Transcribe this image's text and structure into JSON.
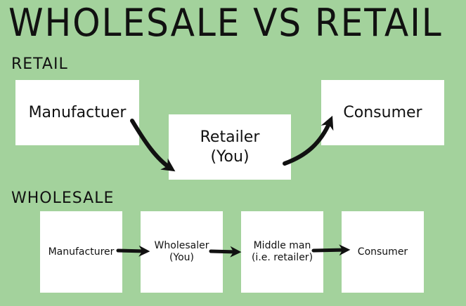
{
  "title": "WHOLESALE VS RETAIL",
  "retail": {
    "label": "RETAIL",
    "nodes": [
      "Manufactuer",
      "Retailer\n(You)",
      "Consumer"
    ]
  },
  "wholesale": {
    "label": "WHOLESALE",
    "nodes": [
      "Manufacturer",
      "Wholesaler\n(You)",
      "Middle man\n(i.e. retailer)",
      "Consumer"
    ]
  },
  "colors": {
    "background": "#a3d29c",
    "box": "#ffffff",
    "text": "#111111",
    "arrow": "#111111"
  }
}
